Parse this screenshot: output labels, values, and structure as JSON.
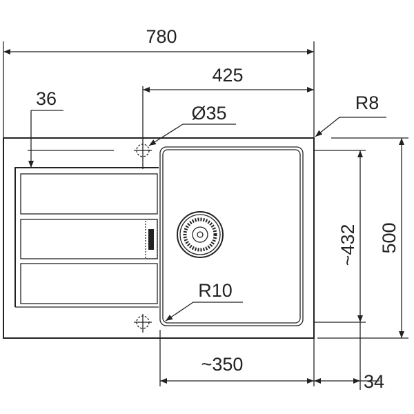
{
  "dimensions": {
    "overall_width": "780",
    "bowl_offset": "425",
    "drainer_offset": "36",
    "tap_hole": "Ø35",
    "corner_radius_outer": "R8",
    "bowl_depth": "~432",
    "overall_depth": "500",
    "corner_radius_bowl": "R10",
    "bowl_width": "~350",
    "rim_margin": "34"
  }
}
